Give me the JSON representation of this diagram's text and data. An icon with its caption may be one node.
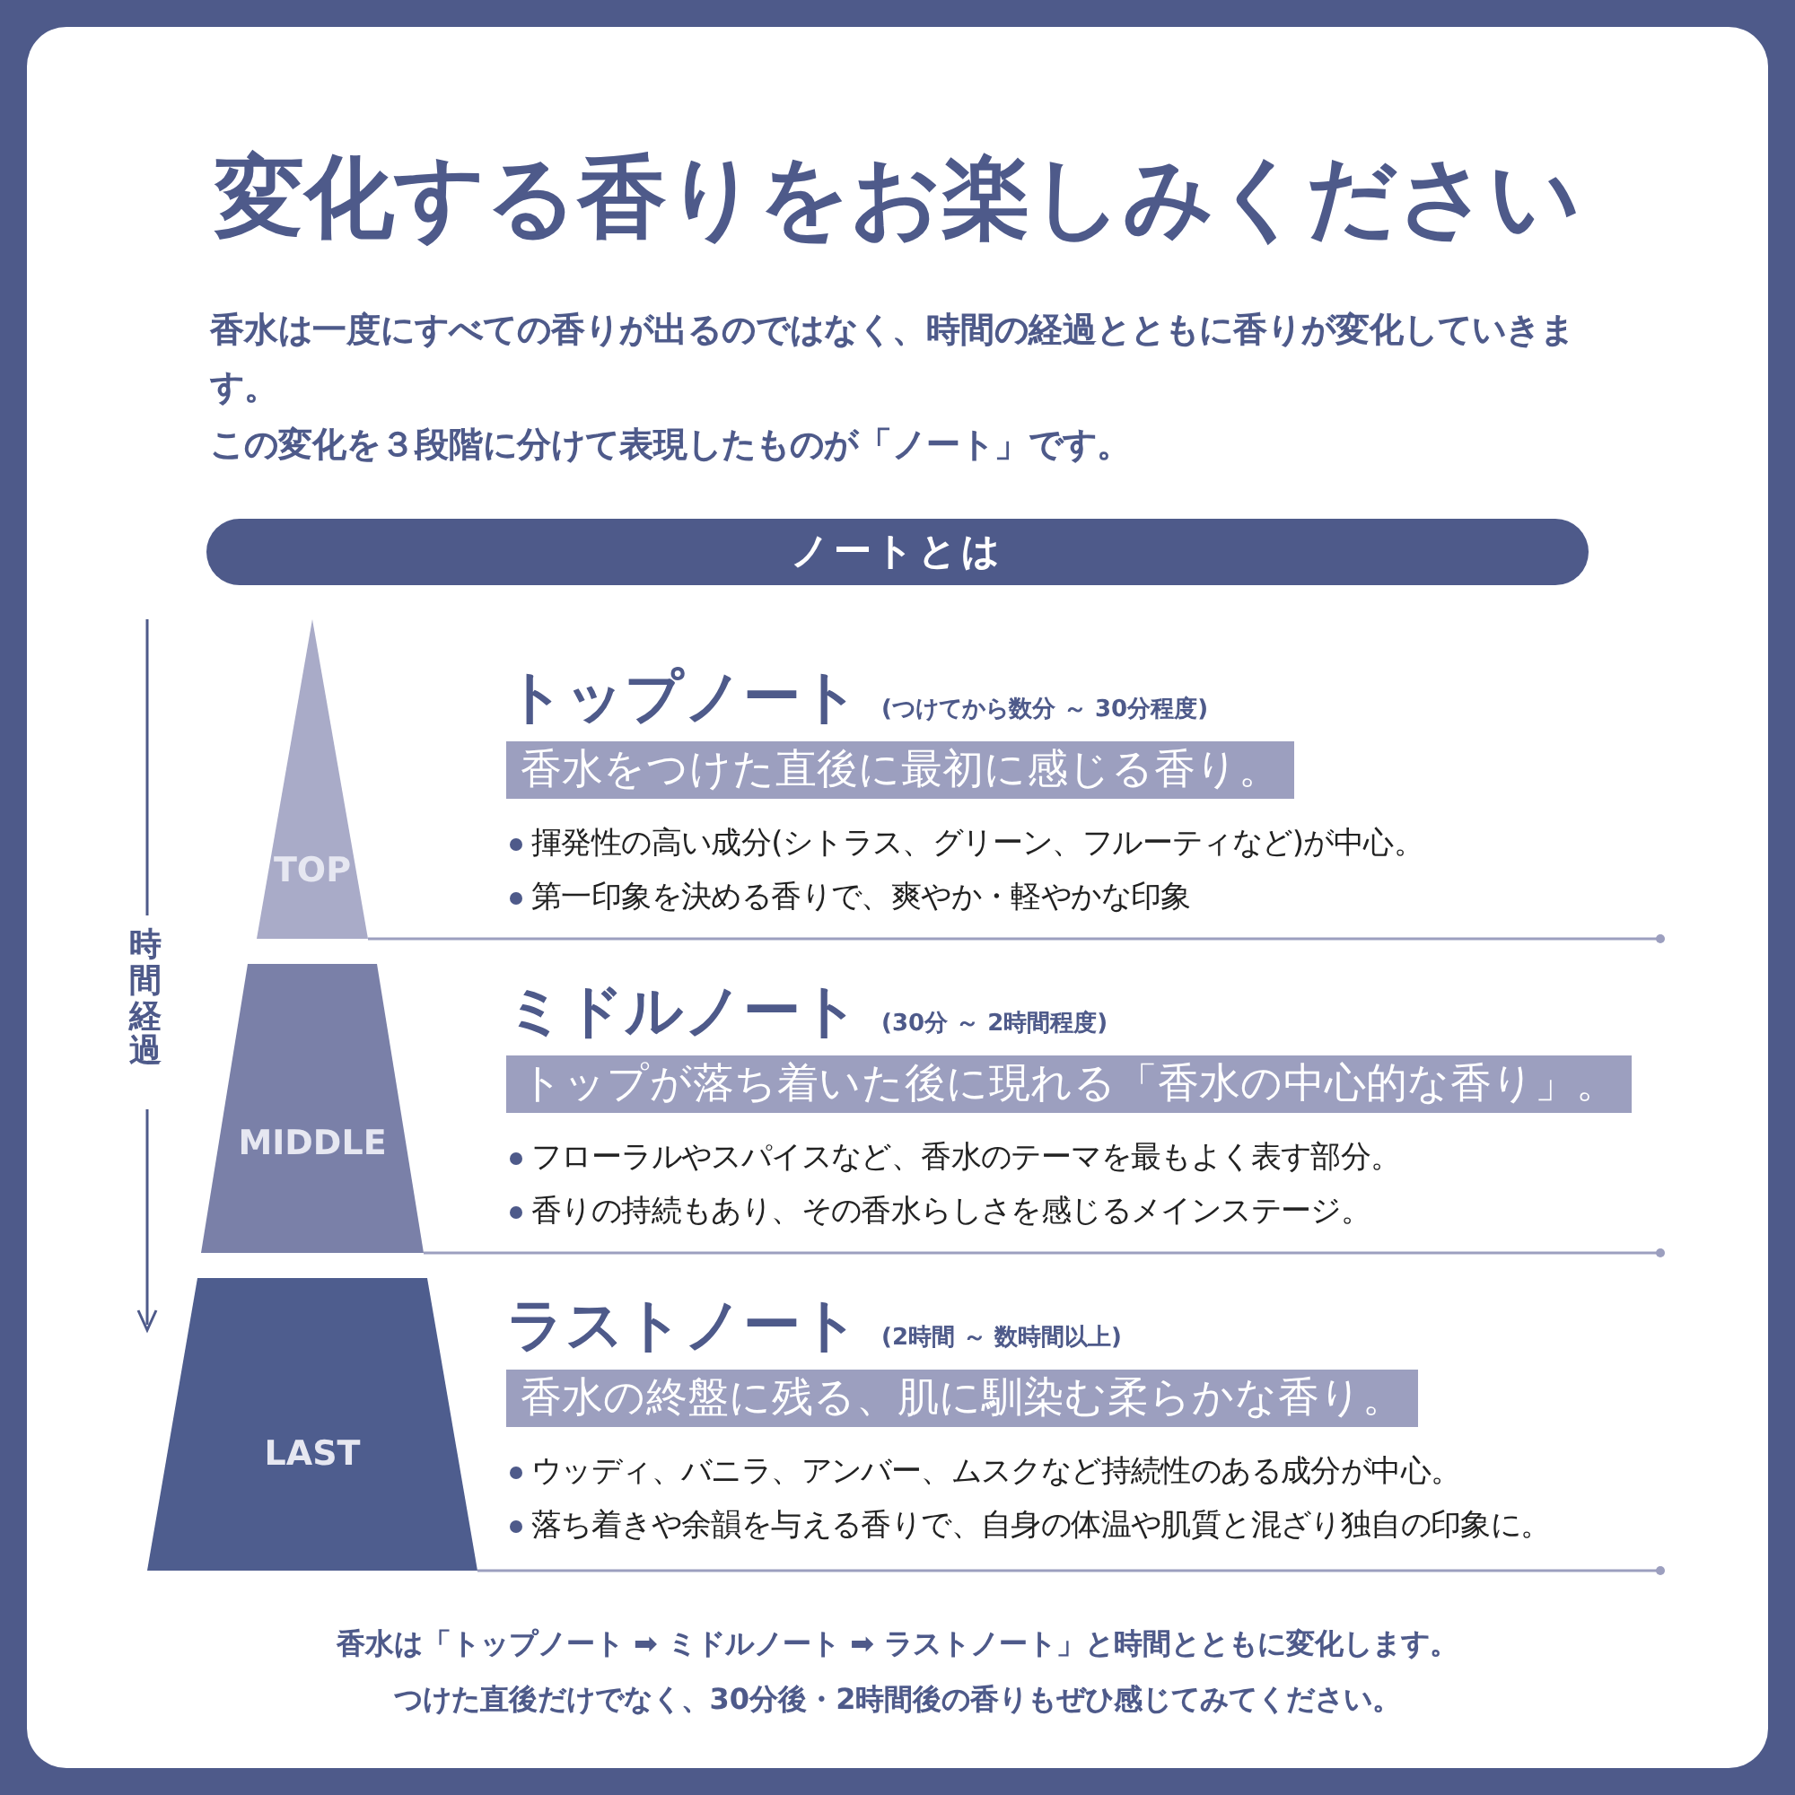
{
  "diagram": {
    "title": "変化する香りをお楽しみください",
    "nodes": [
      {
        "text": [
          "ノートとは"
        ]
      },
      {
        "text": [
          "TOP"
        ],
        "beside": [
          "トップノート",
          "(つけてから数分 ～ 30分程度)",
          "香水をつけた直後に最初に感じる香り。",
          "揮発性の高い成分(シトラス、グリーン、フルーティなど)が中心。",
          "第一印象を決める香りで、爽やか・軽やかな印象"
        ]
      },
      {
        "text": [
          "MIDDLE"
        ],
        "beside": [
          "ミドルノート",
          "(30分 ～ 2時間程度)",
          "トップが落ち着いた後に現れる「香水の中心的な香り」。",
          "フローラルやスパイスなど、香水のテーマを最もよく表す部分。",
          "香りの持続もあり、その香水らしさを感じるメインステージ。"
        ]
      },
      {
        "text": [
          "LAST"
        ],
        "beside": [
          "ラストノート",
          "(2時間 ～ 数時間以上)",
          "香水の終盤に残る、肌に馴染む柔らかな香り。",
          "ウッディ、バニラ、アンバー、ムスクなど持続性のある成分が中心。",
          "落ち着きや余韻を与える香りで、自身の体温や肌質と混ざり独自の印象に。"
        ]
      }
    ],
    "labels": [
      "香水は一度にすべての香りが出るのではなく、時間の経過とともに香りが変化していきます。",
      "この変化を３段階に分けて表現したものが「ノート」です。",
      "時間経過",
      "香水は「トップノート ➡ ミドルノート ➡ ラストノート」と時間とともに変化します。",
      "つけた直後だけでなく、30分後・2時間後の香りもぜひ感じてみてください。"
    ]
  }
}
